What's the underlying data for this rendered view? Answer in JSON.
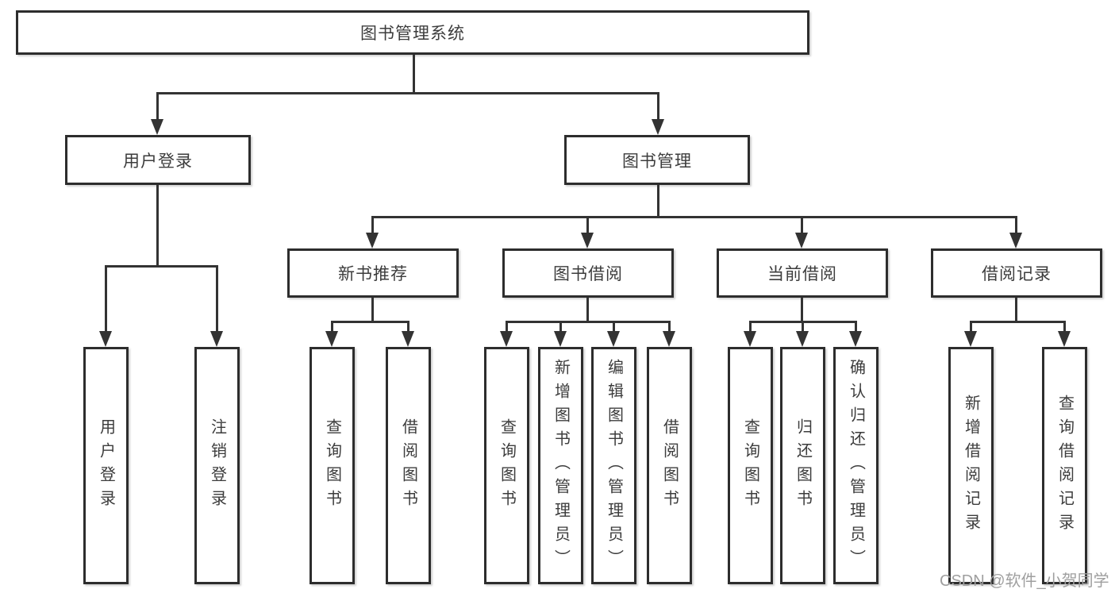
{
  "tree": {
    "root": {
      "label": "图书管理系统"
    },
    "user_login": {
      "label": "用户登录",
      "children": [
        {
          "label": "用户登录"
        },
        {
          "label": "注销登录"
        }
      ]
    },
    "book_mgmt": {
      "label": "图书管理",
      "sections": [
        {
          "label": "新书推荐",
          "children": [
            {
              "label": "查询图书"
            },
            {
              "label": "借阅图书"
            }
          ]
        },
        {
          "label": "图书借阅",
          "children": [
            {
              "label": "查询图书"
            },
            {
              "label": "新增图书（管理员）"
            },
            {
              "label": "编辑图书（管理员）"
            },
            {
              "label": "借阅图书"
            }
          ]
        },
        {
          "label": "当前借阅",
          "children": [
            {
              "label": "查询图书"
            },
            {
              "label": "归还图书"
            },
            {
              "label": "确认归还（管理员）"
            }
          ]
        },
        {
          "label": "借阅记录",
          "children": [
            {
              "label": "新增借阅记录"
            },
            {
              "label": "查询借阅记录"
            }
          ]
        }
      ]
    }
  },
  "watermark": "CSDN @软件_小贺同学",
  "colors": {
    "line": "#333333",
    "box_border": "#2d2d2d",
    "text": "#3c3c3c",
    "watermark": "#9f9f9f",
    "background": "#ffffff"
  }
}
